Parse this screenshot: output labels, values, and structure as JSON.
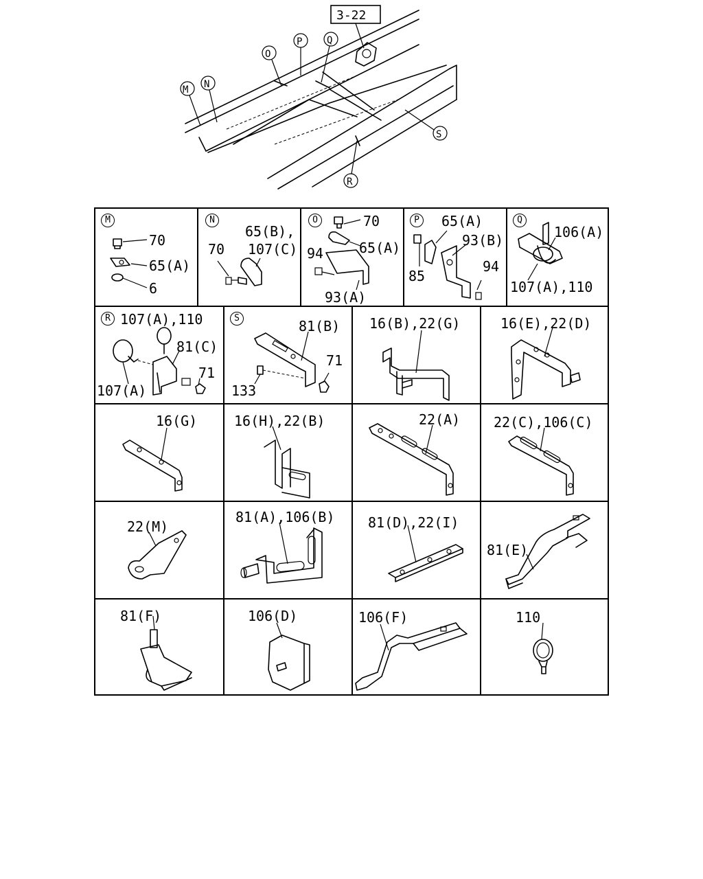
{
  "overview": {
    "ref_box": "3-22",
    "callouts": [
      "M",
      "N",
      "O",
      "P",
      "Q",
      "R",
      "S"
    ]
  },
  "panels": [
    {
      "id": "M",
      "labels": [
        "70",
        "65(A)",
        "6"
      ]
    },
    {
      "id": "N",
      "labels": [
        "65(B),",
        "107(C)",
        "70"
      ]
    },
    {
      "id": "O",
      "labels": [
        "70",
        "65(A)",
        "94",
        "93(A)"
      ]
    },
    {
      "id": "P",
      "labels": [
        "65(A)",
        "93(B)",
        "85",
        "94"
      ]
    },
    {
      "id": "Q",
      "labels": [
        "106(A)",
        "107(A),110"
      ]
    },
    {
      "id": "R",
      "labels": [
        "107(A),110",
        "81(C)",
        "71",
        "107(A)"
      ]
    },
    {
      "id": "S",
      "labels": [
        "81(B)",
        "71",
        "133"
      ]
    },
    {
      "id": "",
      "labels": [
        "16(B),22(G)"
      ]
    },
    {
      "id": "",
      "labels": [
        "16(E),22(D)"
      ]
    },
    {
      "id": "",
      "labels": [
        "16(G)"
      ]
    },
    {
      "id": "",
      "labels": [
        "16(H),22(B)"
      ]
    },
    {
      "id": "",
      "labels": [
        "22(A)"
      ]
    },
    {
      "id": "",
      "labels": [
        "22(C),106(C)"
      ]
    },
    {
      "id": "",
      "labels": [
        "22(M)"
      ]
    },
    {
      "id": "",
      "labels": [
        "81(A),106(B)"
      ]
    },
    {
      "id": "",
      "labels": [
        "81(D),22(I)"
      ]
    },
    {
      "id": "",
      "labels": [
        "81(E)"
      ]
    },
    {
      "id": "",
      "labels": [
        "81(F)"
      ]
    },
    {
      "id": "",
      "labels": [
        "106(D)"
      ]
    },
    {
      "id": "",
      "labels": [
        "106(F)"
      ]
    },
    {
      "id": "",
      "labels": [
        "110"
      ]
    }
  ]
}
